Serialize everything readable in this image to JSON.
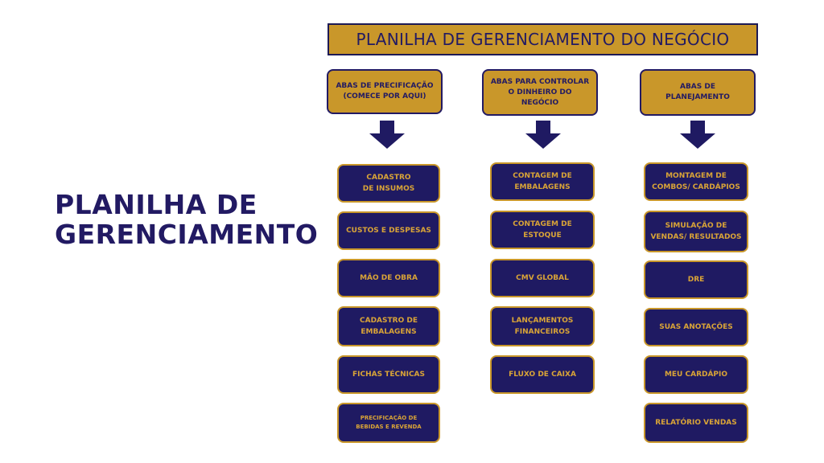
{
  "side_title": {
    "line1": "PLANILHA DE",
    "line2": "GERENCIAMENTO"
  },
  "banner": "PLANILHA DE GERENCIAMENTO DO NEGÓCIO",
  "columns": [
    {
      "header": "ABAS DE PRECIFICAÇÃO\n(COMECE POR AQUI)",
      "items": [
        "CADASTRO\nDE INSUMOS",
        "CUSTOS E DESPESAS",
        "MÃO  DE OBRA",
        "CADASTRO DE\nEMBALAGENS",
        "FICHAS TÉCNICAS",
        "PRECIFICAÇÃO DE\nBEBIDAS E REVENDA"
      ]
    },
    {
      "header": "ABAS PARA CONTROLAR\nO DINHEIRO DO\nNEGÓCIO",
      "items": [
        "CONTAGEM DE\nEMBALAGENS",
        "CONTAGEM DE\nESTOQUE",
        "CMV GLOBAL",
        "LANÇAMENTOS\nFINANCEIROS",
        "FLUXO DE CAIXA"
      ]
    },
    {
      "header": "ABAS DE\nPLANEJAMENTO",
      "items": [
        "MONTAGEM DE\nCOMBOS/ CARDÁPIOS",
        "SIMULAÇÃO DE\nVENDAS/ RESULTADOS",
        "DRE",
        "SUAS ANOTAÇÕES",
        "MEU CARDÁPIO",
        "RELATÓRIO VENDAS"
      ]
    }
  ],
  "colors": {
    "navy": "#1f1a62",
    "gold": "#c9972a",
    "gold_text": "#d9a437"
  }
}
